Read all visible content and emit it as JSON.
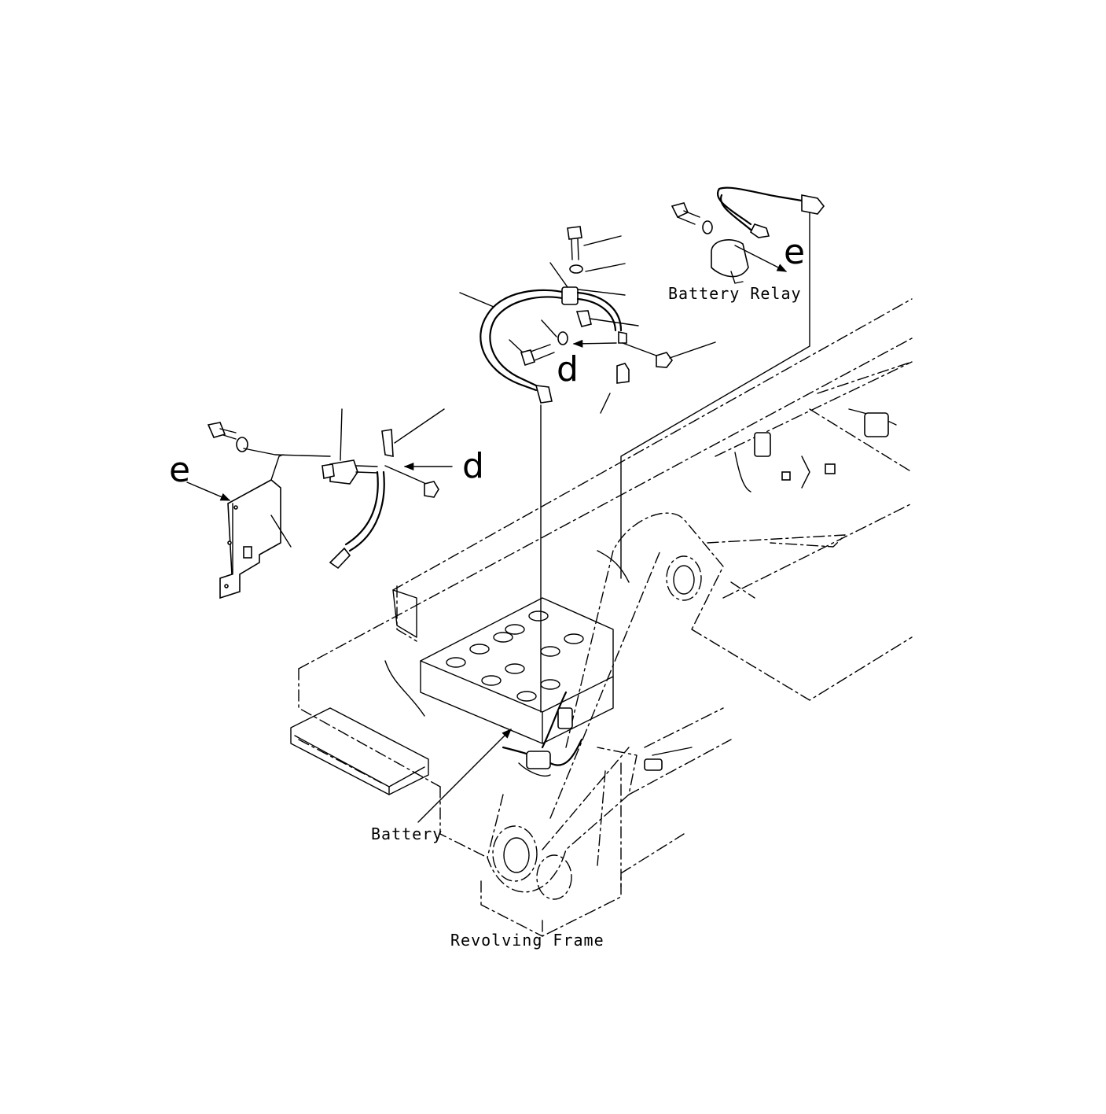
{
  "labels": {
    "battery_relay": "Battery Relay",
    "battery": "Battery",
    "revolving_frame": "Revolving Frame"
  },
  "view_markers": {
    "e_top": "e",
    "e_left": "e",
    "d_center": "d",
    "d_left": "d"
  }
}
